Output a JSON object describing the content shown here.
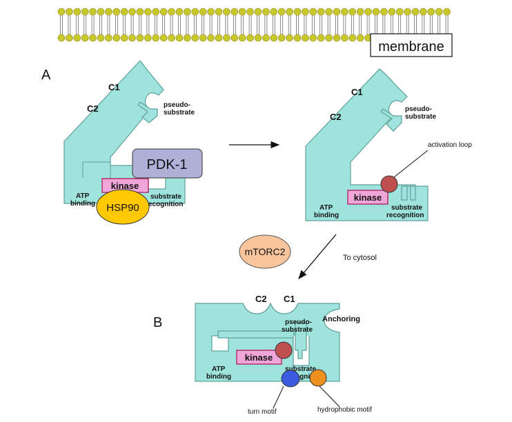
{
  "colors": {
    "enzyme_fill": "#9ee3dc",
    "enzyme_stroke": "#5e9f99",
    "lipid_head": "#c8c72c",
    "kinase_fill": "#f0a6d8",
    "kinase_stroke": "#b0306c",
    "pdk1_fill": "#aeb0d8",
    "hsp90_fill": "#ffc800",
    "mtorc2_fill": "#f7c49b",
    "activation_loop": "#c05050",
    "turn_motif": "#3a5be0",
    "hydrophobic_motif": "#ef8f1e"
  },
  "labels": {
    "membrane": "membrane",
    "panel_a": "A",
    "panel_b": "B",
    "pdk1": "PDK-1",
    "hsp90": "HSP90",
    "mtorc2": "mTORC2",
    "to_cytosol": "To cytosol",
    "activation_loop": "activation loop",
    "turn_motif": "turn motif",
    "hydrophobic_motif": "hydrophobic motif",
    "anchoring": "Anchoring"
  },
  "enzyme1": {
    "c1": "C1",
    "c2": "C2",
    "pseudo1": "pseudo-",
    "pseudo2": "substrate",
    "kinase": "kinase",
    "atp1": "ATP",
    "atp2": "binding",
    "sub1": "substrate",
    "sub2": "recognition"
  },
  "enzyme2": {
    "c1": "C1",
    "c2": "C2",
    "pseudo1": "pseudo-",
    "pseudo2": "substrate",
    "kinase": "kinase",
    "atp1": "ATP",
    "atp2": "binding",
    "sub1": "substrate",
    "sub2": "recognition"
  },
  "enzyme3": {
    "c1": "C1",
    "c2": "C2",
    "pseudo1": "pseudo-",
    "pseudo2": "substrate",
    "kinase": "kinase",
    "atp1": "ATP",
    "atp2": "binding",
    "sub1": "substrate",
    "sub2": "recognition"
  }
}
